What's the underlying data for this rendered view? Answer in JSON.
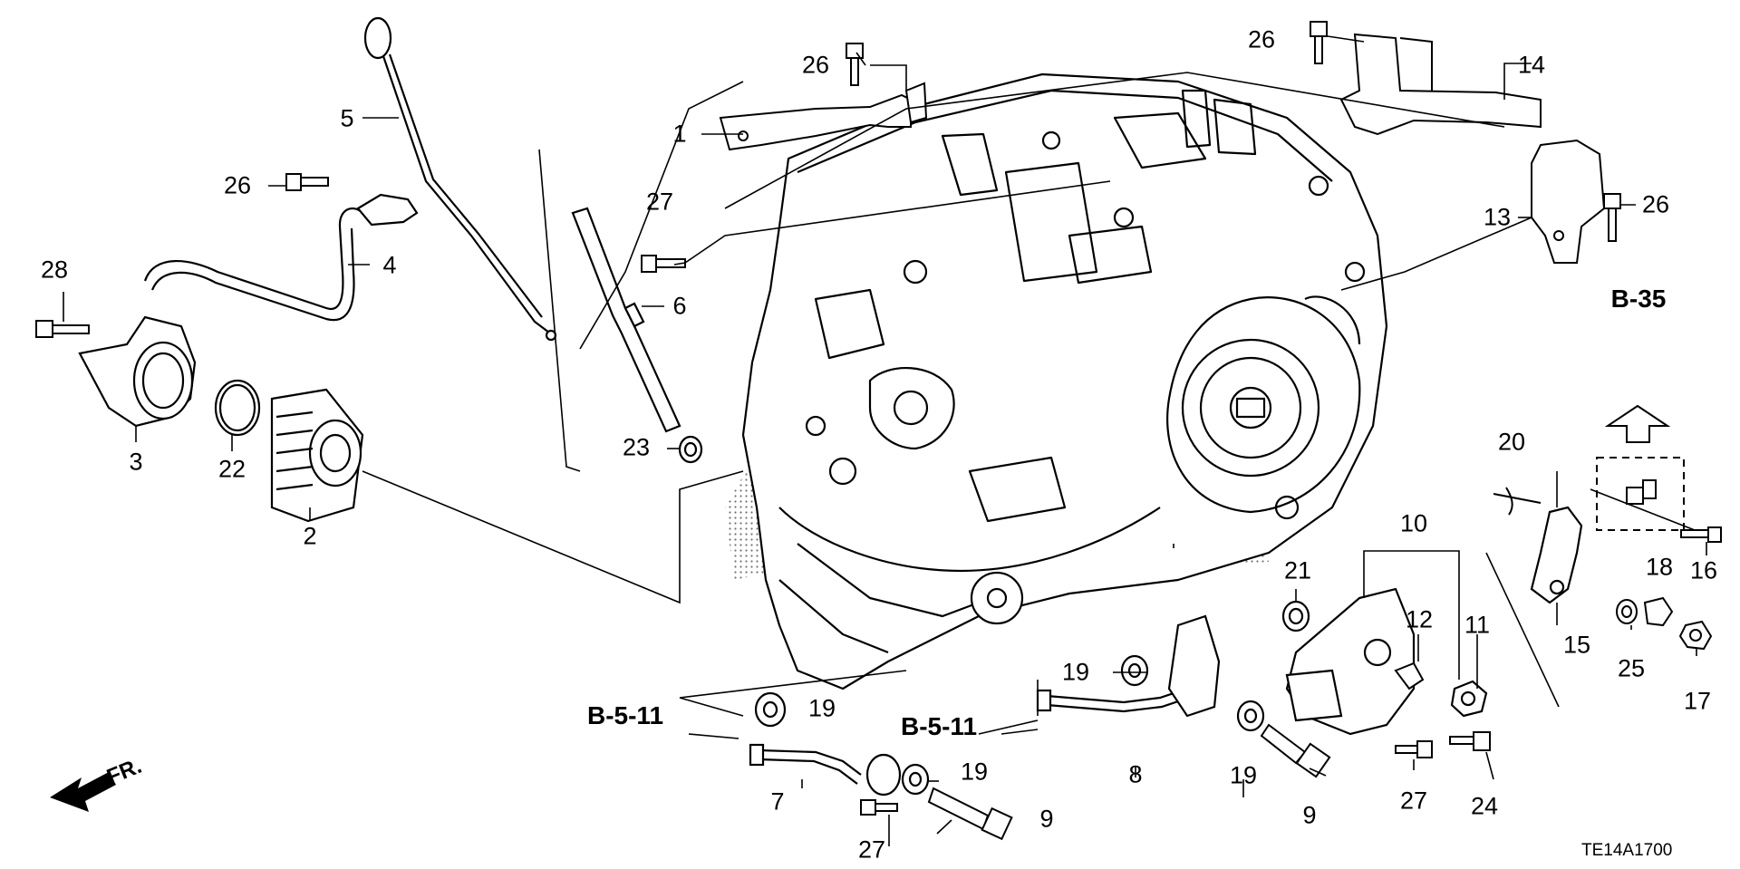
{
  "diagram": {
    "code": "TE14A1700",
    "front_marker": "FR.",
    "references": [
      {
        "id": "ref-b35",
        "text": "B-35"
      },
      {
        "id": "ref-b511-left",
        "text": "B-5-11"
      },
      {
        "id": "ref-b511-mid",
        "text": "B-5-11"
      }
    ],
    "callouts": [
      {
        "id": "c1",
        "text": "1"
      },
      {
        "id": "c2",
        "text": "2"
      },
      {
        "id": "c3",
        "text": "3"
      },
      {
        "id": "c4",
        "text": "4"
      },
      {
        "id": "c5",
        "text": "5"
      },
      {
        "id": "c6",
        "text": "6"
      },
      {
        "id": "c7",
        "text": "7"
      },
      {
        "id": "c8",
        "text": "8"
      },
      {
        "id": "c9a",
        "text": "9"
      },
      {
        "id": "c9b",
        "text": "9"
      },
      {
        "id": "c10",
        "text": "10"
      },
      {
        "id": "c11",
        "text": "11"
      },
      {
        "id": "c12",
        "text": "12"
      },
      {
        "id": "c13",
        "text": "13"
      },
      {
        "id": "c14",
        "text": "14"
      },
      {
        "id": "c15",
        "text": "15"
      },
      {
        "id": "c16",
        "text": "16"
      },
      {
        "id": "c17",
        "text": "17"
      },
      {
        "id": "c18",
        "text": "18"
      },
      {
        "id": "c19a",
        "text": "19"
      },
      {
        "id": "c19b",
        "text": "19"
      },
      {
        "id": "c19c",
        "text": "19"
      },
      {
        "id": "c19d",
        "text": "19"
      },
      {
        "id": "c20",
        "text": "20"
      },
      {
        "id": "c21",
        "text": "21"
      },
      {
        "id": "c22",
        "text": "22"
      },
      {
        "id": "c23",
        "text": "23"
      },
      {
        "id": "c24",
        "text": "24"
      },
      {
        "id": "c25",
        "text": "25"
      },
      {
        "id": "c26a",
        "text": "26"
      },
      {
        "id": "c26b",
        "text": "26"
      },
      {
        "id": "c26c",
        "text": "26"
      },
      {
        "id": "c26d",
        "text": "26"
      },
      {
        "id": "c27a",
        "text": "27"
      },
      {
        "id": "c27b",
        "text": "27"
      },
      {
        "id": "c27c",
        "text": "27"
      },
      {
        "id": "c28",
        "text": "28"
      }
    ]
  }
}
